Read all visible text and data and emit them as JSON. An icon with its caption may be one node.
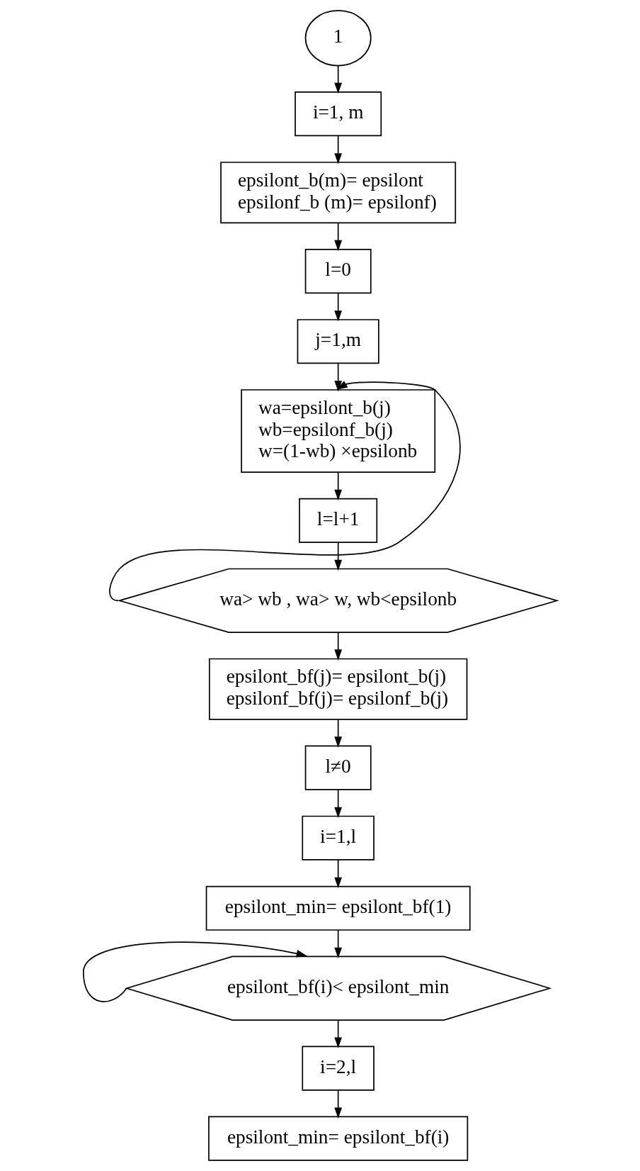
{
  "diagram": {
    "nodes": [
      {
        "text": [
          "1"
        ]
      },
      {
        "text": [
          "i=1, m"
        ]
      },
      {
        "text": [
          "epsilont_b(m)= epsilont",
          "epsilonf_b (m)= epsilonf)"
        ]
      },
      {
        "text": [
          "l=0"
        ]
      },
      {
        "text": [
          "j=1,m"
        ]
      },
      {
        "text": [
          "wa=epsilont_b(j)",
          "wb=epsilonf_b(j)",
          "w=(1-wb) ×epsilonb"
        ]
      },
      {
        "text": [
          "l=l+1"
        ]
      },
      {
        "text": [
          "wa> wb , wa> w, wb<epsilonb"
        ]
      },
      {
        "text": [
          "epsilont_bf(j)= epsilont_b(j)",
          "epsilonf_bf(j)= epsilonf_b(j)"
        ]
      },
      {
        "text": [
          "l≠0"
        ]
      },
      {
        "text": [
          "i=1,l"
        ]
      },
      {
        "text": [
          "epsilont_min= epsilont_bf(1)"
        ]
      },
      {
        "text": [
          "epsilont_bf(i)< epsilont_min"
        ]
      },
      {
        "text": [
          "i=2,l"
        ]
      },
      {
        "text": [
          "epsilont_min= epsilont_bf(i)"
        ]
      }
    ],
    "edges": [
      {
        "from": 0,
        "to": 1,
        "arrow": "to"
      },
      {
        "from": 1,
        "to": 2,
        "arrow": "to"
      },
      {
        "from": 2,
        "to": 3,
        "arrow": "to"
      },
      {
        "from": 3,
        "to": 4,
        "arrow": "to"
      },
      {
        "from": 4,
        "to": 5,
        "arrow": "to"
      },
      {
        "from": 7,
        "to": 5,
        "arrow": "to"
      },
      {
        "from": 5,
        "to": 6,
        "arrow": "to"
      },
      {
        "from": 6,
        "to": 7,
        "arrow": "to"
      },
      {
        "from": 7,
        "to": 8,
        "arrow": "to"
      },
      {
        "from": 8,
        "to": 9,
        "arrow": "to"
      },
      {
        "from": 9,
        "to": 10,
        "arrow": "to"
      },
      {
        "from": 10,
        "to": 11,
        "arrow": "to"
      },
      {
        "from": 11,
        "to": 12,
        "arrow": "to"
      },
      {
        "from": 12,
        "to": 12,
        "arrow": "to"
      },
      {
        "from": 12,
        "to": 13,
        "arrow": "to"
      },
      {
        "from": 13,
        "to": 14,
        "arrow": "to"
      }
    ]
  }
}
